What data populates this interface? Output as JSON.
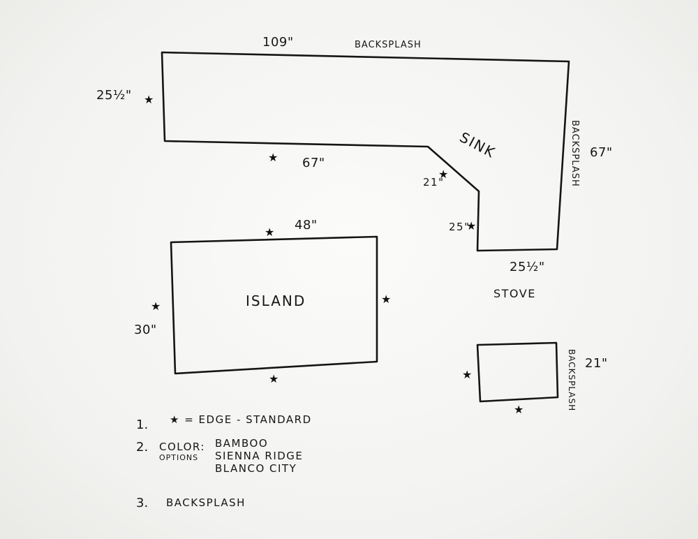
{
  "sketch": {
    "labels": {
      "top_length": "109\"",
      "top_backsplash": "BACKSPLASH",
      "left_depth": "25½\"",
      "inner_length": "67\"",
      "sink": "SINK",
      "right_backsplash": "BACKSPLASH",
      "right_length": "67\"",
      "angle_length": "21\"",
      "inner_depth": "25\"",
      "bottom_depth": "25½\"",
      "stove": "STOVE",
      "island_length": "48\"",
      "island": "ISLAND",
      "island_depth": "30\"",
      "small_backsplash": "BACKSPLASH",
      "small_length": "21\""
    },
    "edge_marker": "★"
  },
  "legend": {
    "items": [
      {
        "number": "1.",
        "text": "★ = EDGE - STANDARD"
      },
      {
        "number": "2.",
        "label": "COLOR:",
        "sublabel": "OPTIONS",
        "options": [
          "BAMBOO",
          "SIENNA RIDGE",
          "BLANCO CITY"
        ]
      },
      {
        "number": "3.",
        "text": "BACKSPLASH"
      }
    ]
  }
}
